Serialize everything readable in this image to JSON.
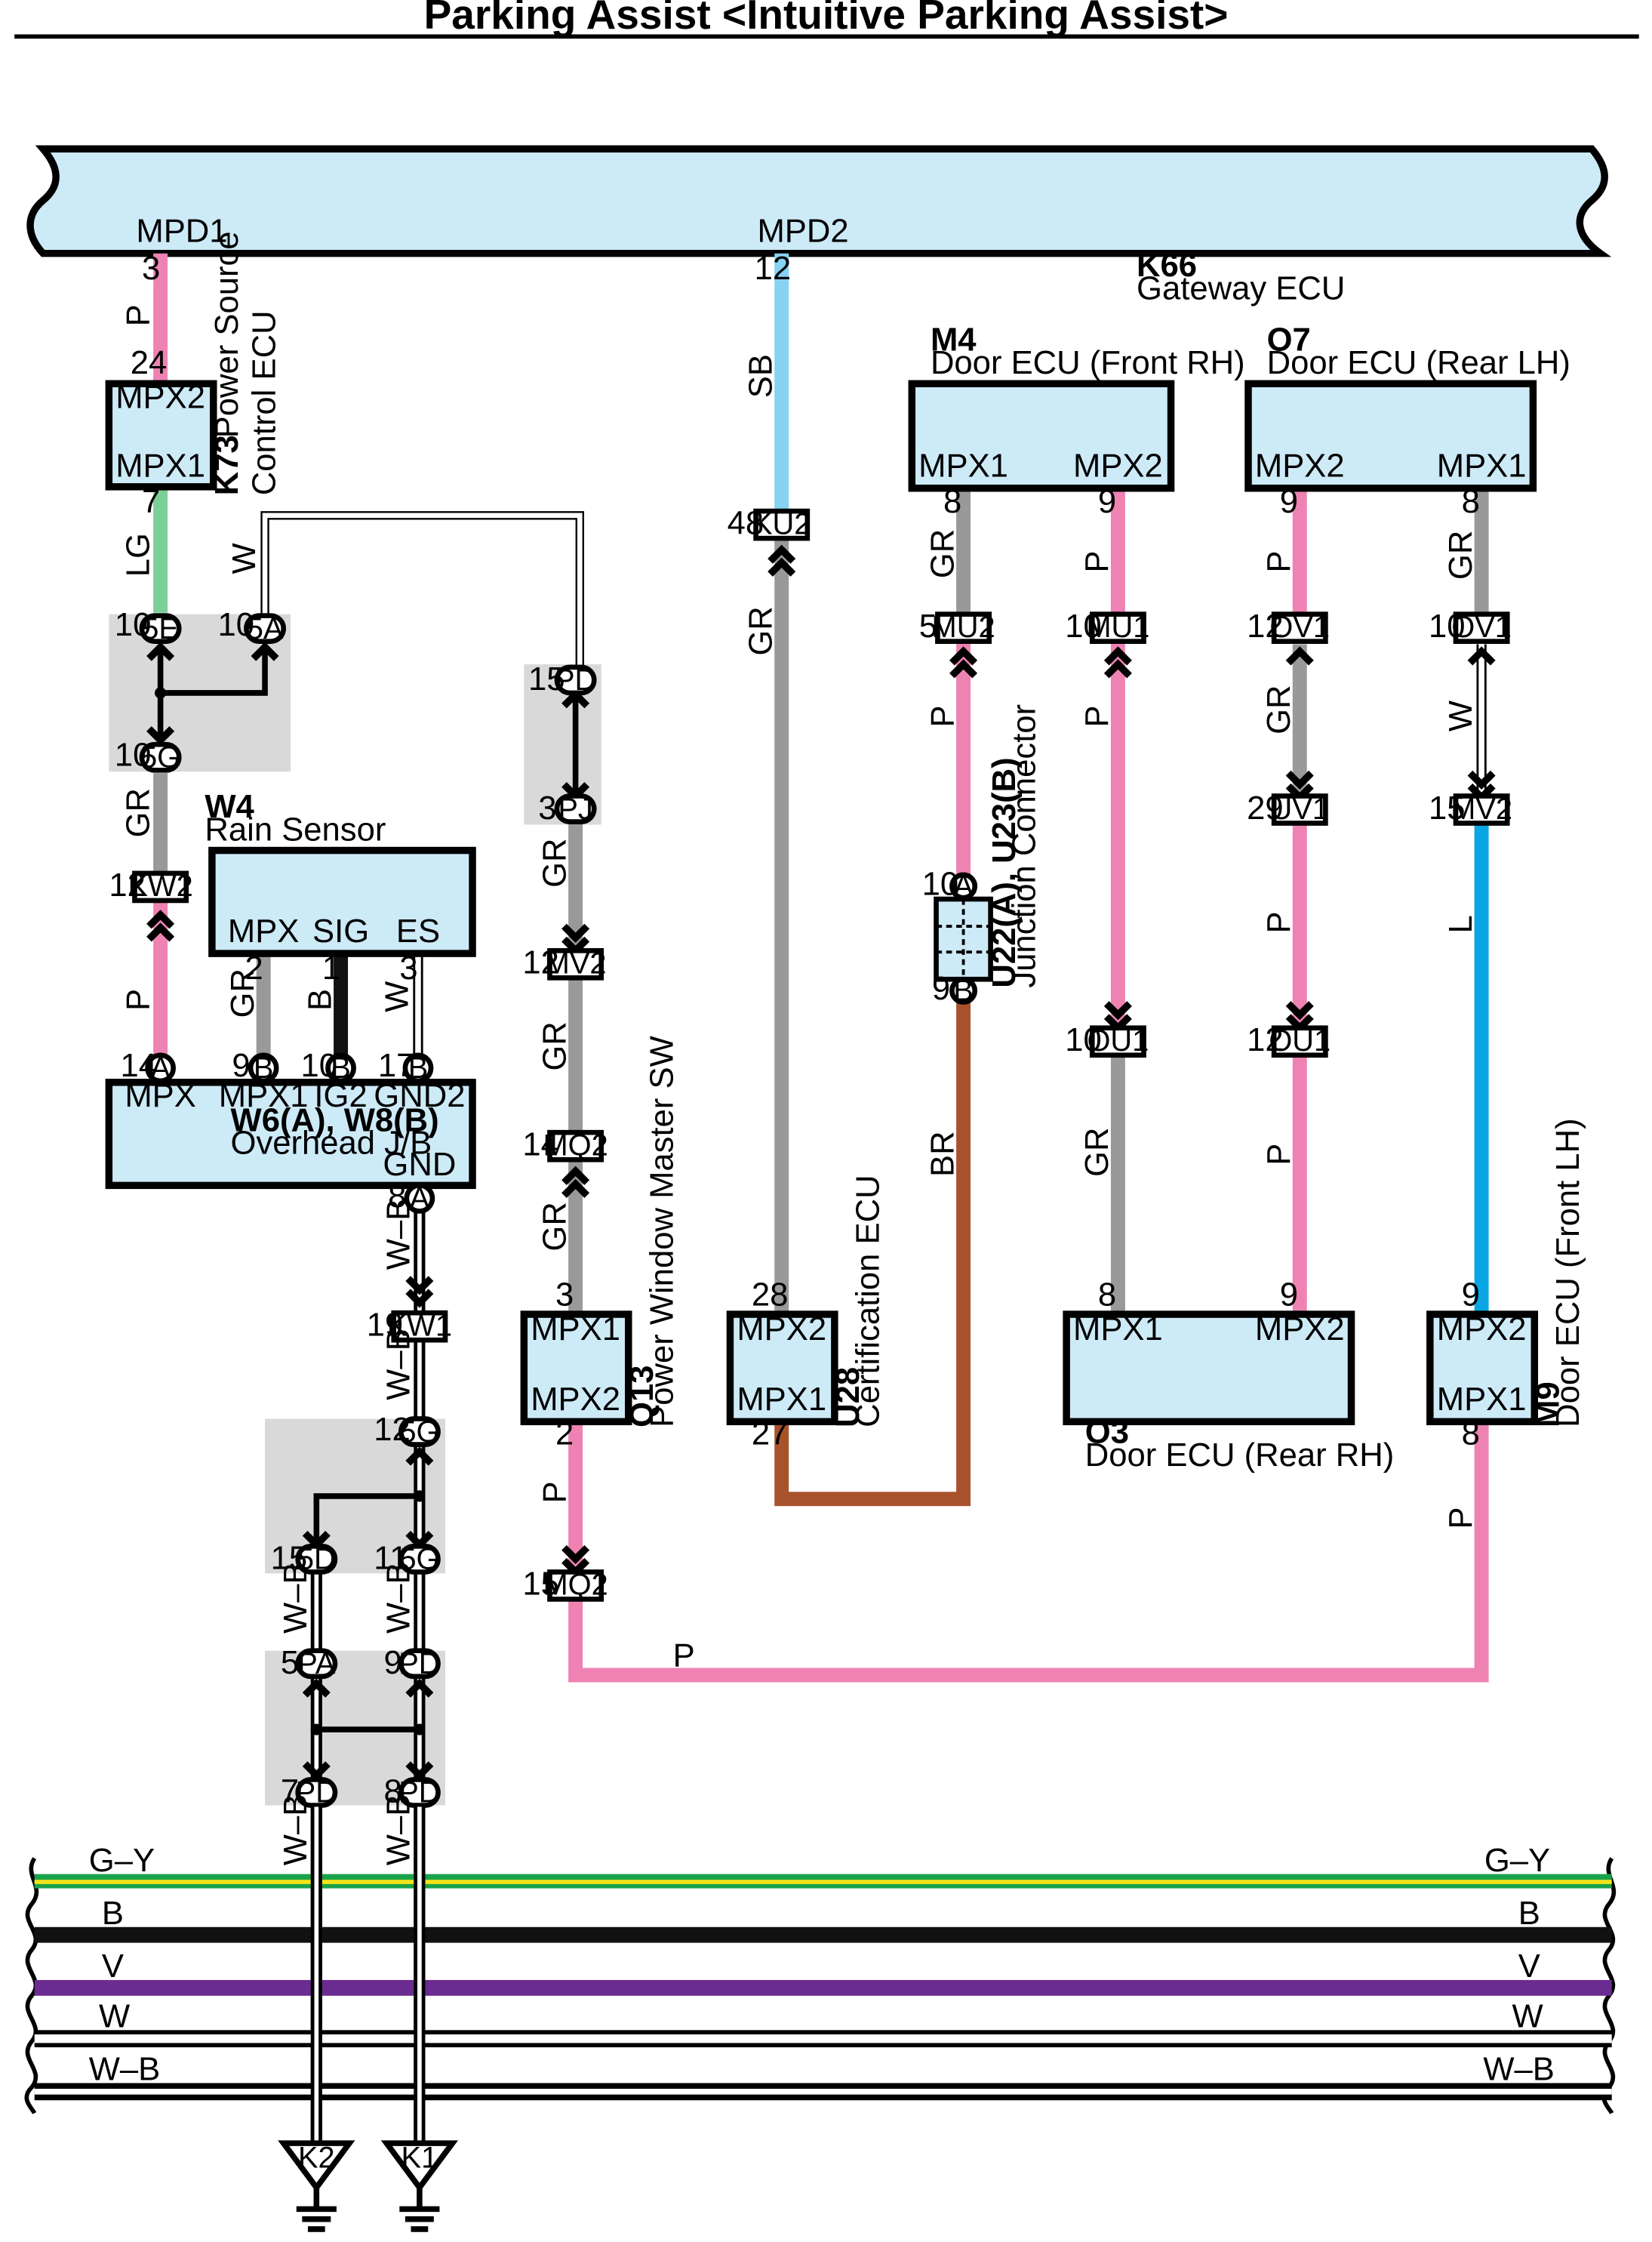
{
  "title": "Parking Assist <Intuitive Parking Assist>",
  "colors": {
    "P": "#ee82b3",
    "SB": "#86d3f3",
    "GR": "#999999",
    "LG": "#7dcf98",
    "W": "#ffffff",
    "B": "#111111",
    "BR": "#a8522c",
    "L": "#0aa6e4",
    "G-Y": "#1aa34a",
    "G-Y-stripe": "#f2e31a",
    "V": "#6a2c91",
    "ecu_fill": "#cdeaf7",
    "jb_fill": "#d9d9d9"
  },
  "components": {
    "k66": {
      "code": "K66",
      "name": "Gateway ECU",
      "pin_left": "MPD1",
      "pin_right": "MPD2"
    },
    "k73": {
      "code": "K73",
      "name_line1": "Power Source",
      "name_line2": "Control ECU",
      "pin_top": "MPX2",
      "pin_bottom": "MPX1"
    },
    "w4": {
      "code": "W4",
      "name": "Rain Sensor",
      "pins": [
        "MPX",
        "SIG",
        "ES"
      ]
    },
    "w6": {
      "code": "W6(A), W8(B)",
      "name": "Overhead J/B",
      "pins": [
        "MPX",
        "MPX1",
        "IG2",
        "GND2"
      ],
      "gnd": "GND"
    },
    "m4": {
      "code": "M4",
      "name": "Door ECU (Front RH)",
      "pins": [
        "MPX1",
        "MPX2"
      ]
    },
    "o7": {
      "code": "O7",
      "name": "Door ECU (Rear LH)",
      "pins": [
        "MPX2",
        "MPX1"
      ]
    },
    "q13": {
      "code": "Q13",
      "name": "Power Window Master SW",
      "pin_top": "MPX1",
      "pin_bottom": "MPX2"
    },
    "u28": {
      "code": "U28",
      "name": "Certification ECU",
      "pin_top": "MPX2",
      "pin_bottom": "MPX1"
    },
    "u22": {
      "code": "U22(A), U23(B)",
      "name": "Junction Connector"
    },
    "o3": {
      "code": "O3",
      "name": "Door ECU (Rear RH)",
      "pins": [
        "MPX1",
        "MPX2"
      ]
    },
    "m9": {
      "code": "M9",
      "name": "Door ECU (Front LH)",
      "pin_top": "MPX2",
      "pin_bottom": "MPX1"
    }
  },
  "connectors": {
    "5E": "5E",
    "5A": "5A",
    "5G": "5G",
    "PD": "PD",
    "PJ": "PJ",
    "KW2": "KW2",
    "MV2": "MV2",
    "MQ2": "MQ2",
    "KU2": "KU2",
    "MU2": "MU2",
    "MU1": "MU1",
    "OV1": "OV1",
    "UV1": "UV1",
    "MV2b": "MV2",
    "OU1": "OU1",
    "KW1": "KW1",
    "5D": "5D",
    "PA": "PA",
    "A": "A",
    "B": "B",
    "K2": "K2",
    "K1": "K1"
  },
  "pins": {
    "k66_1": "3",
    "k73_24": "24",
    "k73_7": "7",
    "j_5E": "10",
    "j_5A": "10",
    "j_5G": "10",
    "kw2": "12",
    "w6_a14": "14",
    "w6_b9": "9",
    "w6_b10": "10",
    "w6_b17": "17",
    "w4_2": "2",
    "w4_1": "1",
    "w4_3": "3",
    "w6_a8": "8",
    "kw1": "19",
    "j_5G12": "12",
    "j_5D15": "15",
    "j_5G11": "11",
    "pa5": "5",
    "pd9": "9",
    "pd7": "7",
    "pd8": "8",
    "pd15": "15",
    "pj3": "3",
    "mv2_12": "12",
    "mq2_14": "14",
    "q13_3": "3",
    "q13_2": "2",
    "mq2_15": "15",
    "k66_12": "12",
    "ku2": "48",
    "u28_28": "28",
    "u28_27": "27",
    "m4_8": "8",
    "m4_9": "9",
    "mu2": "5",
    "mu1": "10",
    "u22a": "10",
    "u23b": "9",
    "ou1a": "10",
    "o3_8": "8",
    "o7_9": "9",
    "o7_8": "8",
    "ov1a": "12",
    "ov1b": "10",
    "uv1": "29",
    "mv2r": "15",
    "ou1b": "12",
    "o3_9": "9",
    "m9_9": "9",
    "m9_8": "8"
  },
  "wire_labels": {
    "p_k73": "P",
    "lg": "LG",
    "w_top": "W",
    "gr_kw2": "GR",
    "p_kw2": "P",
    "gr_w4": "GR",
    "b_w4": "B",
    "w_w4": "W",
    "wb1": "W–B",
    "wb2": "W–B",
    "wb3": "W–B",
    "wb4": "W–B",
    "wb5": "W–B",
    "wb6": "W–B",
    "gr_pj": "GR",
    "gr_mv2": "GR",
    "gr_mq2": "GR",
    "p_q13": "P",
    "p_bottom": "P",
    "sb": "SB",
    "gr_ku2": "GR",
    "gr_m4": "GR",
    "p_mu2": "P",
    "br": "BR",
    "p_m4": "P",
    "p_mu1": "P",
    "gr_ou1": "GR",
    "p_o7": "P",
    "gr_ov1": "GR",
    "p_uv1": "P",
    "p_ou1": "P",
    "gr_o7": "GR",
    "w_ov1": "W",
    "l_mv2": "L",
    "p_m9": "P"
  },
  "bus": [
    {
      "name": "G–Y",
      "left_label": "G–Y",
      "right_label": "G–Y"
    },
    {
      "name": "B",
      "left_label": "B",
      "right_label": "B"
    },
    {
      "name": "V",
      "left_label": "V",
      "right_label": "V"
    },
    {
      "name": "W",
      "left_label": "W",
      "right_label": "W"
    },
    {
      "name": "W–B",
      "left_label": "W–B",
      "right_label": "W–B"
    }
  ]
}
